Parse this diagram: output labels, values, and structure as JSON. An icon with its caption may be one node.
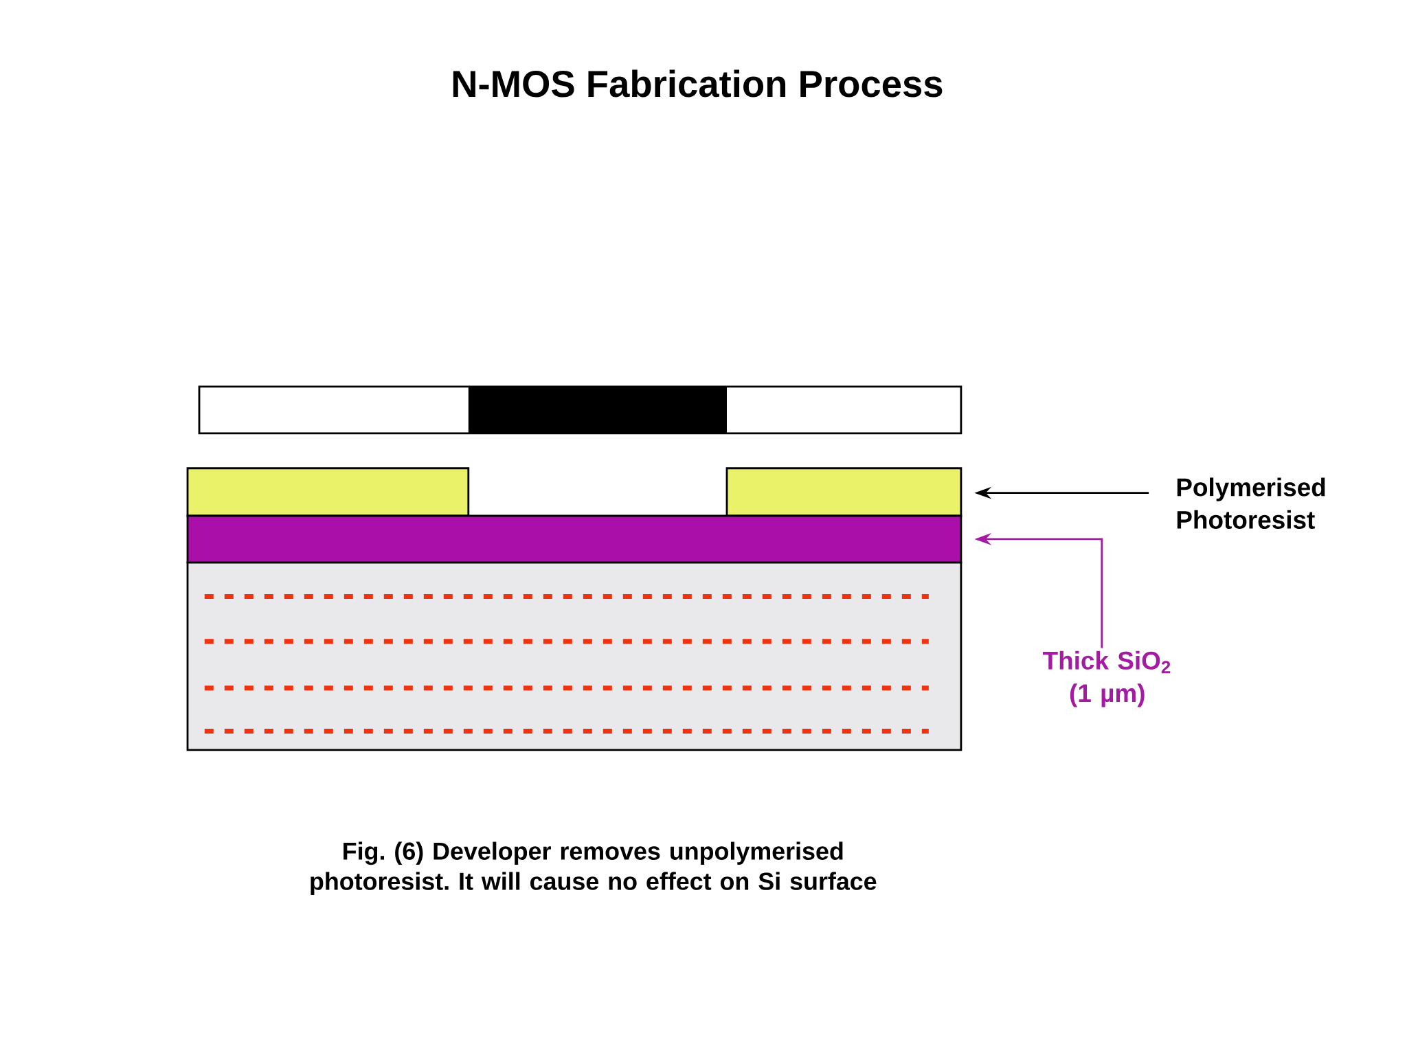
{
  "diagram": {
    "title": "N-MOS Fabrication Process",
    "caption": "Fig. (6) Developer removes unpolymerised photoresist. It will cause no effect on Si surface",
    "nodes": [
      {
        "text": [
          "Polymerised Photoresist"
        ]
      },
      {
        "text": [],
        "shape": "box"
      },
      {
        "text": [],
        "shape": "box"
      },
      {
        "text": [
          "Thick SiO$_{2}$ (1 µm)"
        ]
      },
      {
        "text": [],
        "shape": "box"
      }
    ],
    "edges": [
      {
        "from": 0,
        "to": 2,
        "arrow": "to",
        "color": "#000000"
      },
      {
        "from": 3,
        "to": 4,
        "arrow": "to",
        "color": "#a31ba3"
      }
    ]
  }
}
